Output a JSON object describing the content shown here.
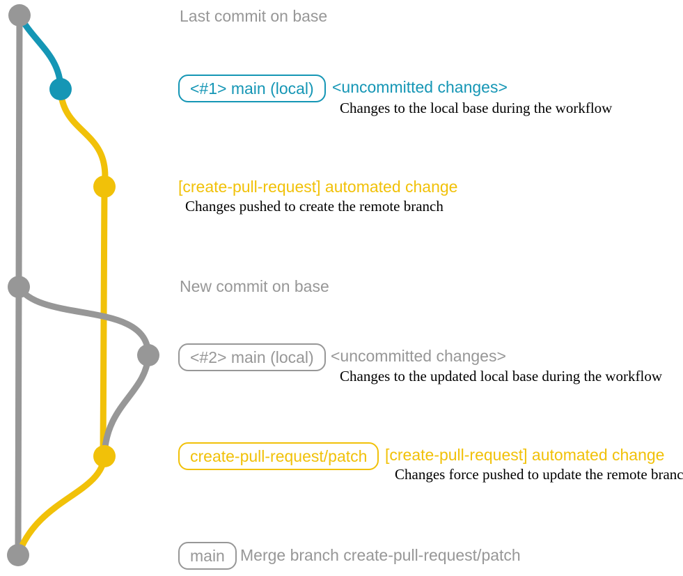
{
  "colors": {
    "gray": "#979797",
    "blue": "#1596b5",
    "yellow": "#f1c109",
    "ink": "#000000"
  },
  "diagram": {
    "type": "git-branch-graph",
    "branches": [
      "base (gray)",
      "main local (blue)",
      "create-pull-request/patch (yellow)"
    ],
    "rows": {
      "last_commit": {
        "label": "Last commit on base"
      },
      "local1": {
        "badge": "<#1> main (local)",
        "status": "<uncommitted changes>",
        "note": "Changes to the local base during the workflow"
      },
      "push1": {
        "message": "[create-pull-request] automated change",
        "note": "Changes pushed to create the remote branch"
      },
      "new_commit": {
        "label": "New commit on base"
      },
      "local2": {
        "badge": "<#2> main (local)",
        "status": "<uncommitted changes>",
        "note": "Changes to the updated local base during the workflow"
      },
      "push2": {
        "badge": "create-pull-request/patch",
        "message": "[create-pull-request] automated change",
        "note": "Changes force pushed to update the remote branch"
      },
      "merge": {
        "badge": "main",
        "message": "Merge branch create-pull-request/patch"
      }
    }
  }
}
